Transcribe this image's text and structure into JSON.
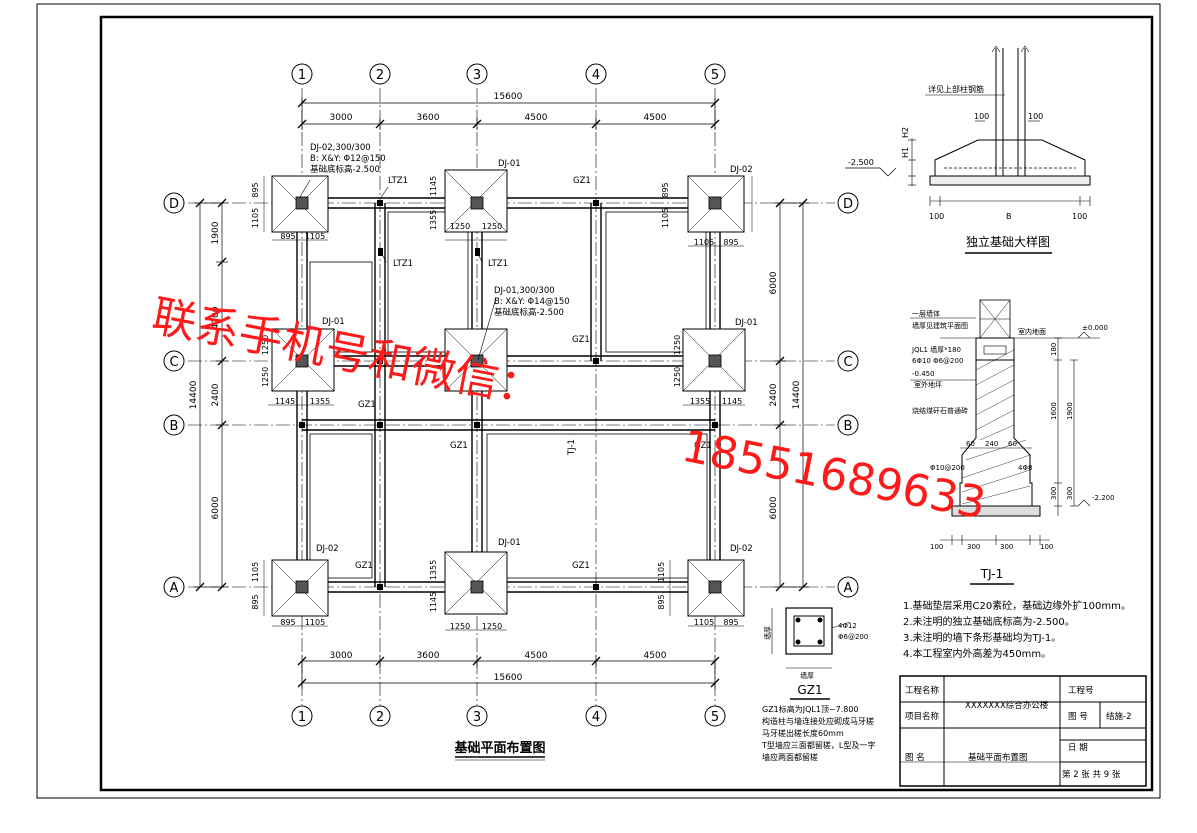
{
  "axes": {
    "cols": [
      "1",
      "2",
      "3",
      "4",
      "5"
    ],
    "rows": [
      "A",
      "B",
      "C",
      "D"
    ]
  },
  "dims": {
    "top_total": "15600",
    "top_spans": [
      "3000",
      "3600",
      "4500",
      "4500"
    ],
    "bottom_total": "15600",
    "bottom_spans": [
      "3000",
      "3600",
      "4500",
      "4500"
    ],
    "left_total": "14400",
    "left_spans": [
      "6000",
      "2400",
      "1900",
      "4100"
    ],
    "right_total": "14400",
    "right_spans": [
      "6000",
      "2400",
      "6000"
    ]
  },
  "labels": {
    "dj02_note": [
      "DJ-02,300/300",
      "B: X&Y: Φ12@150",
      "基础底标高-2.500"
    ],
    "dj01_note": [
      "DJ-01,300/300",
      "B: X&Y: Φ14@150",
      "基础底标高-2.500"
    ],
    "dj01": "DJ-01",
    "dj02": "DJ-02",
    "gz1": "GZ1",
    "ltz1": "LTZ1",
    "tj1": "TJ-1",
    "d895": "895",
    "d1105": "1105",
    "d1250": "1250",
    "d1145": "1145",
    "d1355": "1355"
  },
  "plan_title": "基础平面布置图",
  "detail_iso": {
    "title": "独立基础大样图",
    "note": "详见上部柱钢筋",
    "elev": "-2.500",
    "d100": "100",
    "b": "B",
    "h1": "H1",
    "h2": "H2"
  },
  "detail_tj": {
    "title": "TJ-1",
    "t1": "一层墙体",
    "t2": "墙厚见建筑平面图",
    "t3": "JQL1 墙厚*180",
    "t4": "6Φ10  Φ6@200",
    "t5": "室内地面",
    "t6": "±0.000",
    "t7": "-0.450",
    "t8": "室外地坪",
    "t9": "烧结煤矸石普通砖",
    "d_60": "60",
    "d_240": "240",
    "d_60b": "60",
    "r1": "Φ10@200",
    "r2": "4Φ8",
    "v180": "180",
    "v1600": "1600",
    "v1900": "1900",
    "v300": "300",
    "v300b": "300",
    "e2200": "-2.200",
    "bottom": [
      "100",
      "300",
      "300",
      "100"
    ]
  },
  "gz_detail": {
    "title": "GZ1",
    "r1": "4Φ12",
    "r2": "Φ6@200",
    "wall": "墙厚",
    "notes": [
      "GZ1标高为JQL1顶~7.800",
      "构造柱与墙连接处应砌成马牙槎",
      "马牙槎出槎长度60mm",
      "T型墙应三面都留槎，L型及一字",
      "墙应两面都留槎"
    ]
  },
  "notes": [
    "1.基础垫层采用C20素砼，基础边缘外扩100mm。",
    "2.未注明的独立基础底标高为-2.500。",
    "3.未注明的墙下条形基础均为TJ-1。",
    "4.本工程室内外高差为450mm。"
  ],
  "title_block": {
    "proj_name_lbl": "工程名称",
    "item_name_lbl": "项目名称",
    "proj_name": "XXXXXXX综合办公楼",
    "proj_no_lbl": "工程号",
    "fig_no_lbl": "图  号",
    "fig_no": "结施-2",
    "date_lbl": "日  期",
    "fig_lbl": "图    名",
    "fig_name": "基础平面布置图",
    "sheet": "第 2 张   共 9 张"
  },
  "watermark": {
    "line1": "联系手机号和微信：",
    "line2": "18551689633"
  }
}
